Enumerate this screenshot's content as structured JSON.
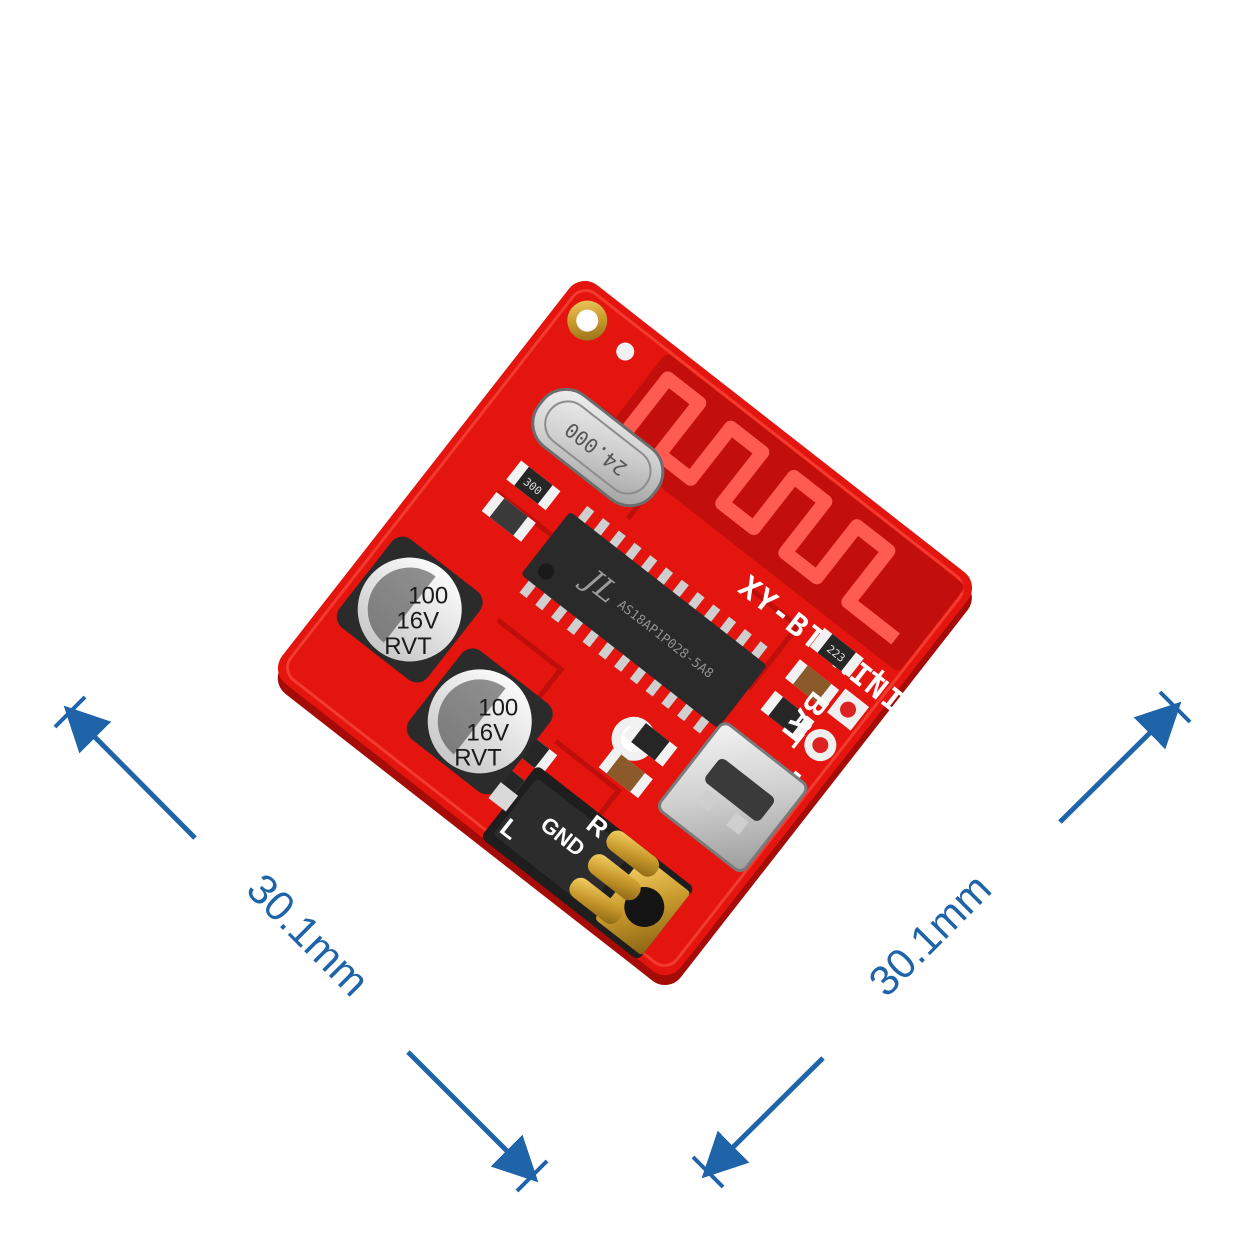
{
  "dimensions": {
    "left_label": "30.1mm",
    "right_label": "30.1mm",
    "arrow_color": "#1f63a8"
  },
  "board": {
    "pcb_color": "#e4140f",
    "silkscreen_model": "XY-BT-MINI",
    "battery_label": "BAT",
    "plus_label": "+",
    "minus_label": "-",
    "audio_labels": [
      "R",
      "GND",
      "L"
    ],
    "crystal_label": "24.000",
    "chip_marking": "AS18AP1P028-5A8",
    "chip_logo": "JL",
    "capacitor_labels": [
      "100",
      "16V",
      "RVT"
    ],
    "resistor_codes": [
      "300",
      "223"
    ]
  }
}
